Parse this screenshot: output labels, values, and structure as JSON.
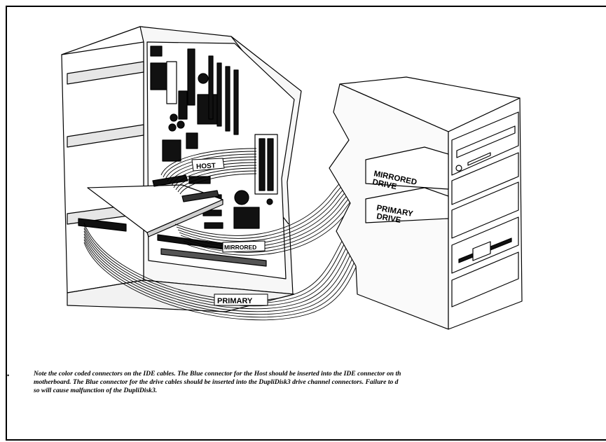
{
  "labels": {
    "host": "HOST",
    "mirrored_cable": "MIRRORED",
    "primary_cable": "PRIMARY",
    "mirrored_drive_line1": "MIRRORED",
    "mirrored_drive_line2": "DRIVE",
    "primary_drive_line1": "PRIMARY",
    "primary_drive_line2": "DRIVE"
  },
  "note": {
    "bullet": "•",
    "text": "Note the color coded connectors on the IDE cables.  The Blue connector for the Host should be inserted into the IDE connector on th\nmotherboard.  The Blue connector for the drive cables should be inserted into the DupliDisk3 drive channel connectors.  Failure to d\nso will cause malfunction of the DupliDisk3."
  }
}
